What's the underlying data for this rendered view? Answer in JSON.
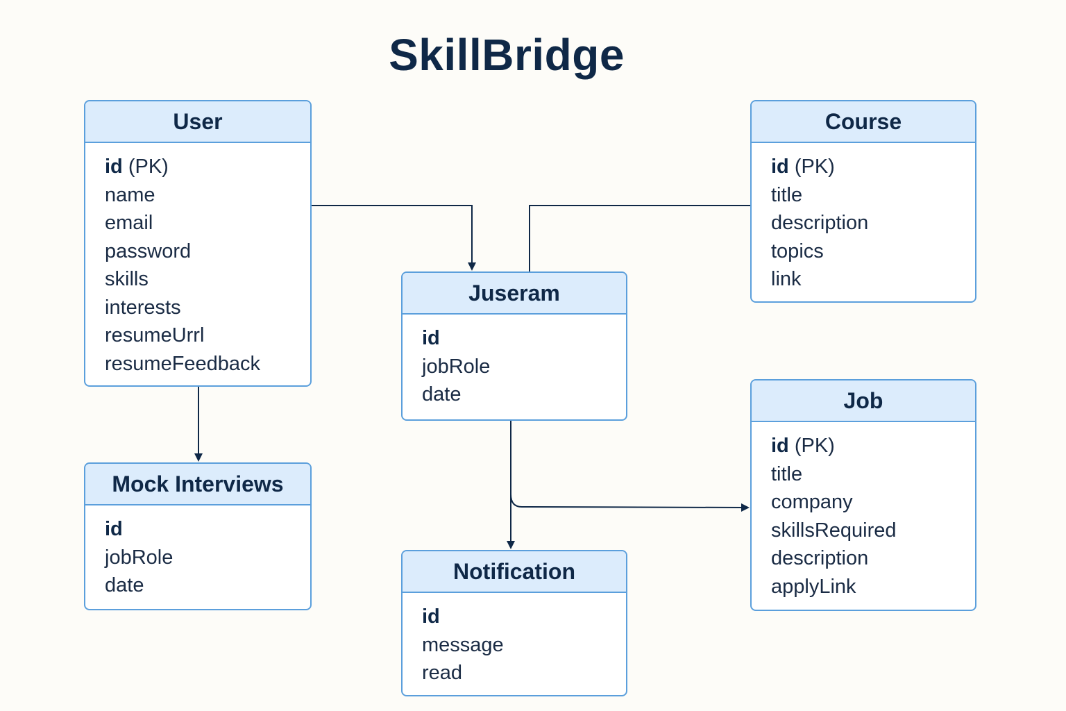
{
  "diagram": {
    "title": "SkillBridge",
    "colors": {
      "header_fill": "#dcecfc",
      "border": "#5b9fdc",
      "text": "#0f2847",
      "connector": "#0f2847",
      "background": "#fdfcf8"
    },
    "entities": {
      "user": {
        "name": "User",
        "fields": [
          {
            "name": "id",
            "note": "(PK)"
          },
          {
            "name": "name"
          },
          {
            "name": "email"
          },
          {
            "name": "password"
          },
          {
            "name": "skills"
          },
          {
            "name": "interests"
          },
          {
            "name": "resumeUrrl"
          },
          {
            "name": "resumeFeedback"
          }
        ]
      },
      "course": {
        "name": "Course",
        "fields": [
          {
            "name": "id",
            "note": "(PK)"
          },
          {
            "name": "title"
          },
          {
            "name": "description"
          },
          {
            "name": "topics"
          },
          {
            "name": "link"
          }
        ]
      },
      "juseram": {
        "name": "Juseram",
        "fields": [
          {
            "name": "id"
          },
          {
            "name": "jobRole"
          },
          {
            "name": "date"
          }
        ]
      },
      "mock_interviews": {
        "name": "Mock Interviews",
        "fields": [
          {
            "name": "id"
          },
          {
            "name": "jobRole"
          },
          {
            "name": "date"
          }
        ]
      },
      "job": {
        "name": "Job",
        "fields": [
          {
            "name": "id",
            "note": "(PK)"
          },
          {
            "name": "title"
          },
          {
            "name": "company"
          },
          {
            "name": "skillsRequired"
          },
          {
            "name": "description"
          },
          {
            "name": "applyLink"
          }
        ]
      },
      "notification": {
        "name": "Notification",
        "fields": [
          {
            "name": "id"
          },
          {
            "name": "message"
          },
          {
            "name": "read"
          }
        ]
      }
    },
    "relationships": [
      {
        "from": "User",
        "to": "Juseram",
        "arrow": true
      },
      {
        "from": "Course",
        "to": "Juseram",
        "arrow": false
      },
      {
        "from": "User",
        "to": "Mock Interviews",
        "arrow": true
      },
      {
        "from": "Juseram",
        "to": "Notification",
        "arrow": true
      },
      {
        "from": "Juseram",
        "to": "Job",
        "arrow": true
      }
    ]
  }
}
